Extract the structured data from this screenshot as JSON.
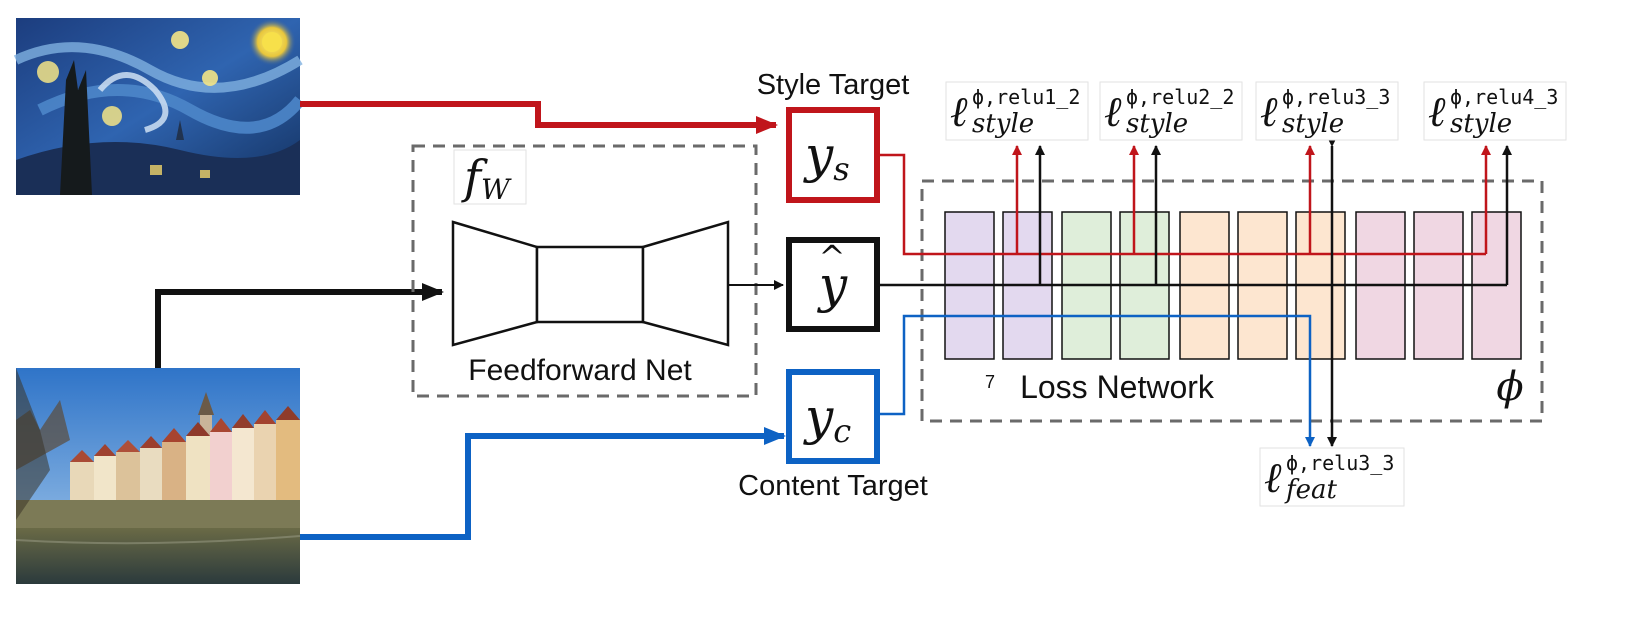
{
  "colors": {
    "style_red": "#c0151b",
    "content_blue": "#0d62c4",
    "black": "#111111",
    "dashed_gray": "#6a6a6a",
    "layer_purple": "#e3d9ef",
    "layer_green": "#dfeeda",
    "layer_orange": "#fde6d0",
    "layer_pink": "#f0d7e3"
  },
  "images": {
    "style_image": "starry-night-painting",
    "content_image": "riverside-town-photo"
  },
  "labels": {
    "style_target": "Style Target",
    "content_target": "Content Target",
    "feedforward_net": "Feedforward Net",
    "loss_network": "Loss Network",
    "loss_network_page_mark": "7",
    "transform_net_symbol": "f",
    "transform_net_subscript": "W",
    "loss_net_symbol": "ϕ"
  },
  "nodes": {
    "style_target_symbol": "y",
    "style_target_subscript": "s",
    "output_symbol": "y",
    "output_hat": "^",
    "content_target_symbol": "y",
    "content_target_subscript": "c"
  },
  "losses": {
    "style": [
      {
        "base": "ℓ",
        "superscript": "ϕ,relu1_2",
        "subscript": "style"
      },
      {
        "base": "ℓ",
        "superscript": "ϕ,relu2_2",
        "subscript": "style"
      },
      {
        "base": "ℓ",
        "superscript": "ϕ,relu3_3",
        "subscript": "style"
      },
      {
        "base": "ℓ",
        "superscript": "ϕ,relu4_3",
        "subscript": "style"
      }
    ],
    "feature": {
      "base": "ℓ",
      "superscript": "ϕ,relu3_3",
      "subscript": "feat"
    }
  },
  "loss_network_layers": [
    {
      "group": "conv1",
      "color": "layer_purple"
    },
    {
      "group": "conv1",
      "color": "layer_purple"
    },
    {
      "group": "conv2",
      "color": "layer_green"
    },
    {
      "group": "conv2",
      "color": "layer_green"
    },
    {
      "group": "conv3",
      "color": "layer_orange"
    },
    {
      "group": "conv3",
      "color": "layer_orange"
    },
    {
      "group": "conv3",
      "color": "layer_orange"
    },
    {
      "group": "conv4",
      "color": "layer_pink"
    },
    {
      "group": "conv4",
      "color": "layer_pink"
    },
    {
      "group": "conv4",
      "color": "layer_pink"
    }
  ]
}
